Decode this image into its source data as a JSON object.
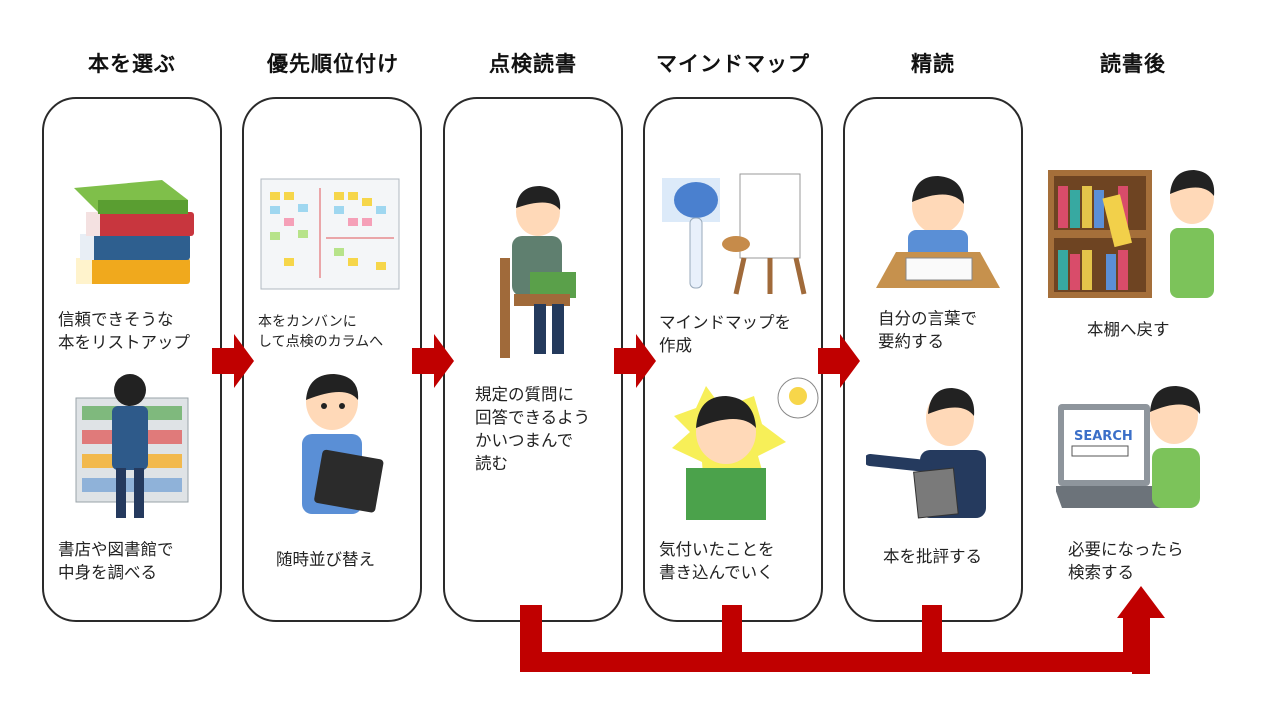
{
  "steps": [
    {
      "title": "本を選ぶ",
      "captions": [
        "信頼できそうな\n本をリストアップ",
        "書店や図書館で\n中身を調べる"
      ],
      "icons": [
        "book-stack-icon",
        "person-browsing-shelf-icon"
      ]
    },
    {
      "title": "優先順位付け",
      "captions": [
        "本をカンバンに\nして点検のカラムへ",
        "随時並び替え"
      ],
      "icons": [
        "kanban-board-icon",
        "person-with-tablet-icon"
      ]
    },
    {
      "title": "点検読書",
      "captions": [
        "規定の質問に\n回答できるよう\nかいつまんで\n読む"
      ],
      "icons": [
        "person-reading-chair-icon"
      ]
    },
    {
      "title": "マインドマップ",
      "captions": [
        "マインドマップを\n作成",
        "気付いたことを\n書き込んでいく"
      ],
      "icons": [
        "brain-painting-icon",
        "idea-reader-icon"
      ]
    },
    {
      "title": "精読",
      "captions": [
        "自分の言葉で\n要約する",
        "本を批評する"
      ],
      "icons": [
        "person-studying-desk-icon",
        "critic-pointing-icon"
      ]
    },
    {
      "title": "読書後",
      "captions": [
        "本棚へ戻す",
        "必要になったら\n検索する"
      ],
      "icons": [
        "bookshelf-return-icon",
        "laptop-search-icon"
      ]
    }
  ],
  "search_label": "SEARCH",
  "colors": {
    "arrow": "#c00000",
    "border": "#2a2a2a"
  }
}
